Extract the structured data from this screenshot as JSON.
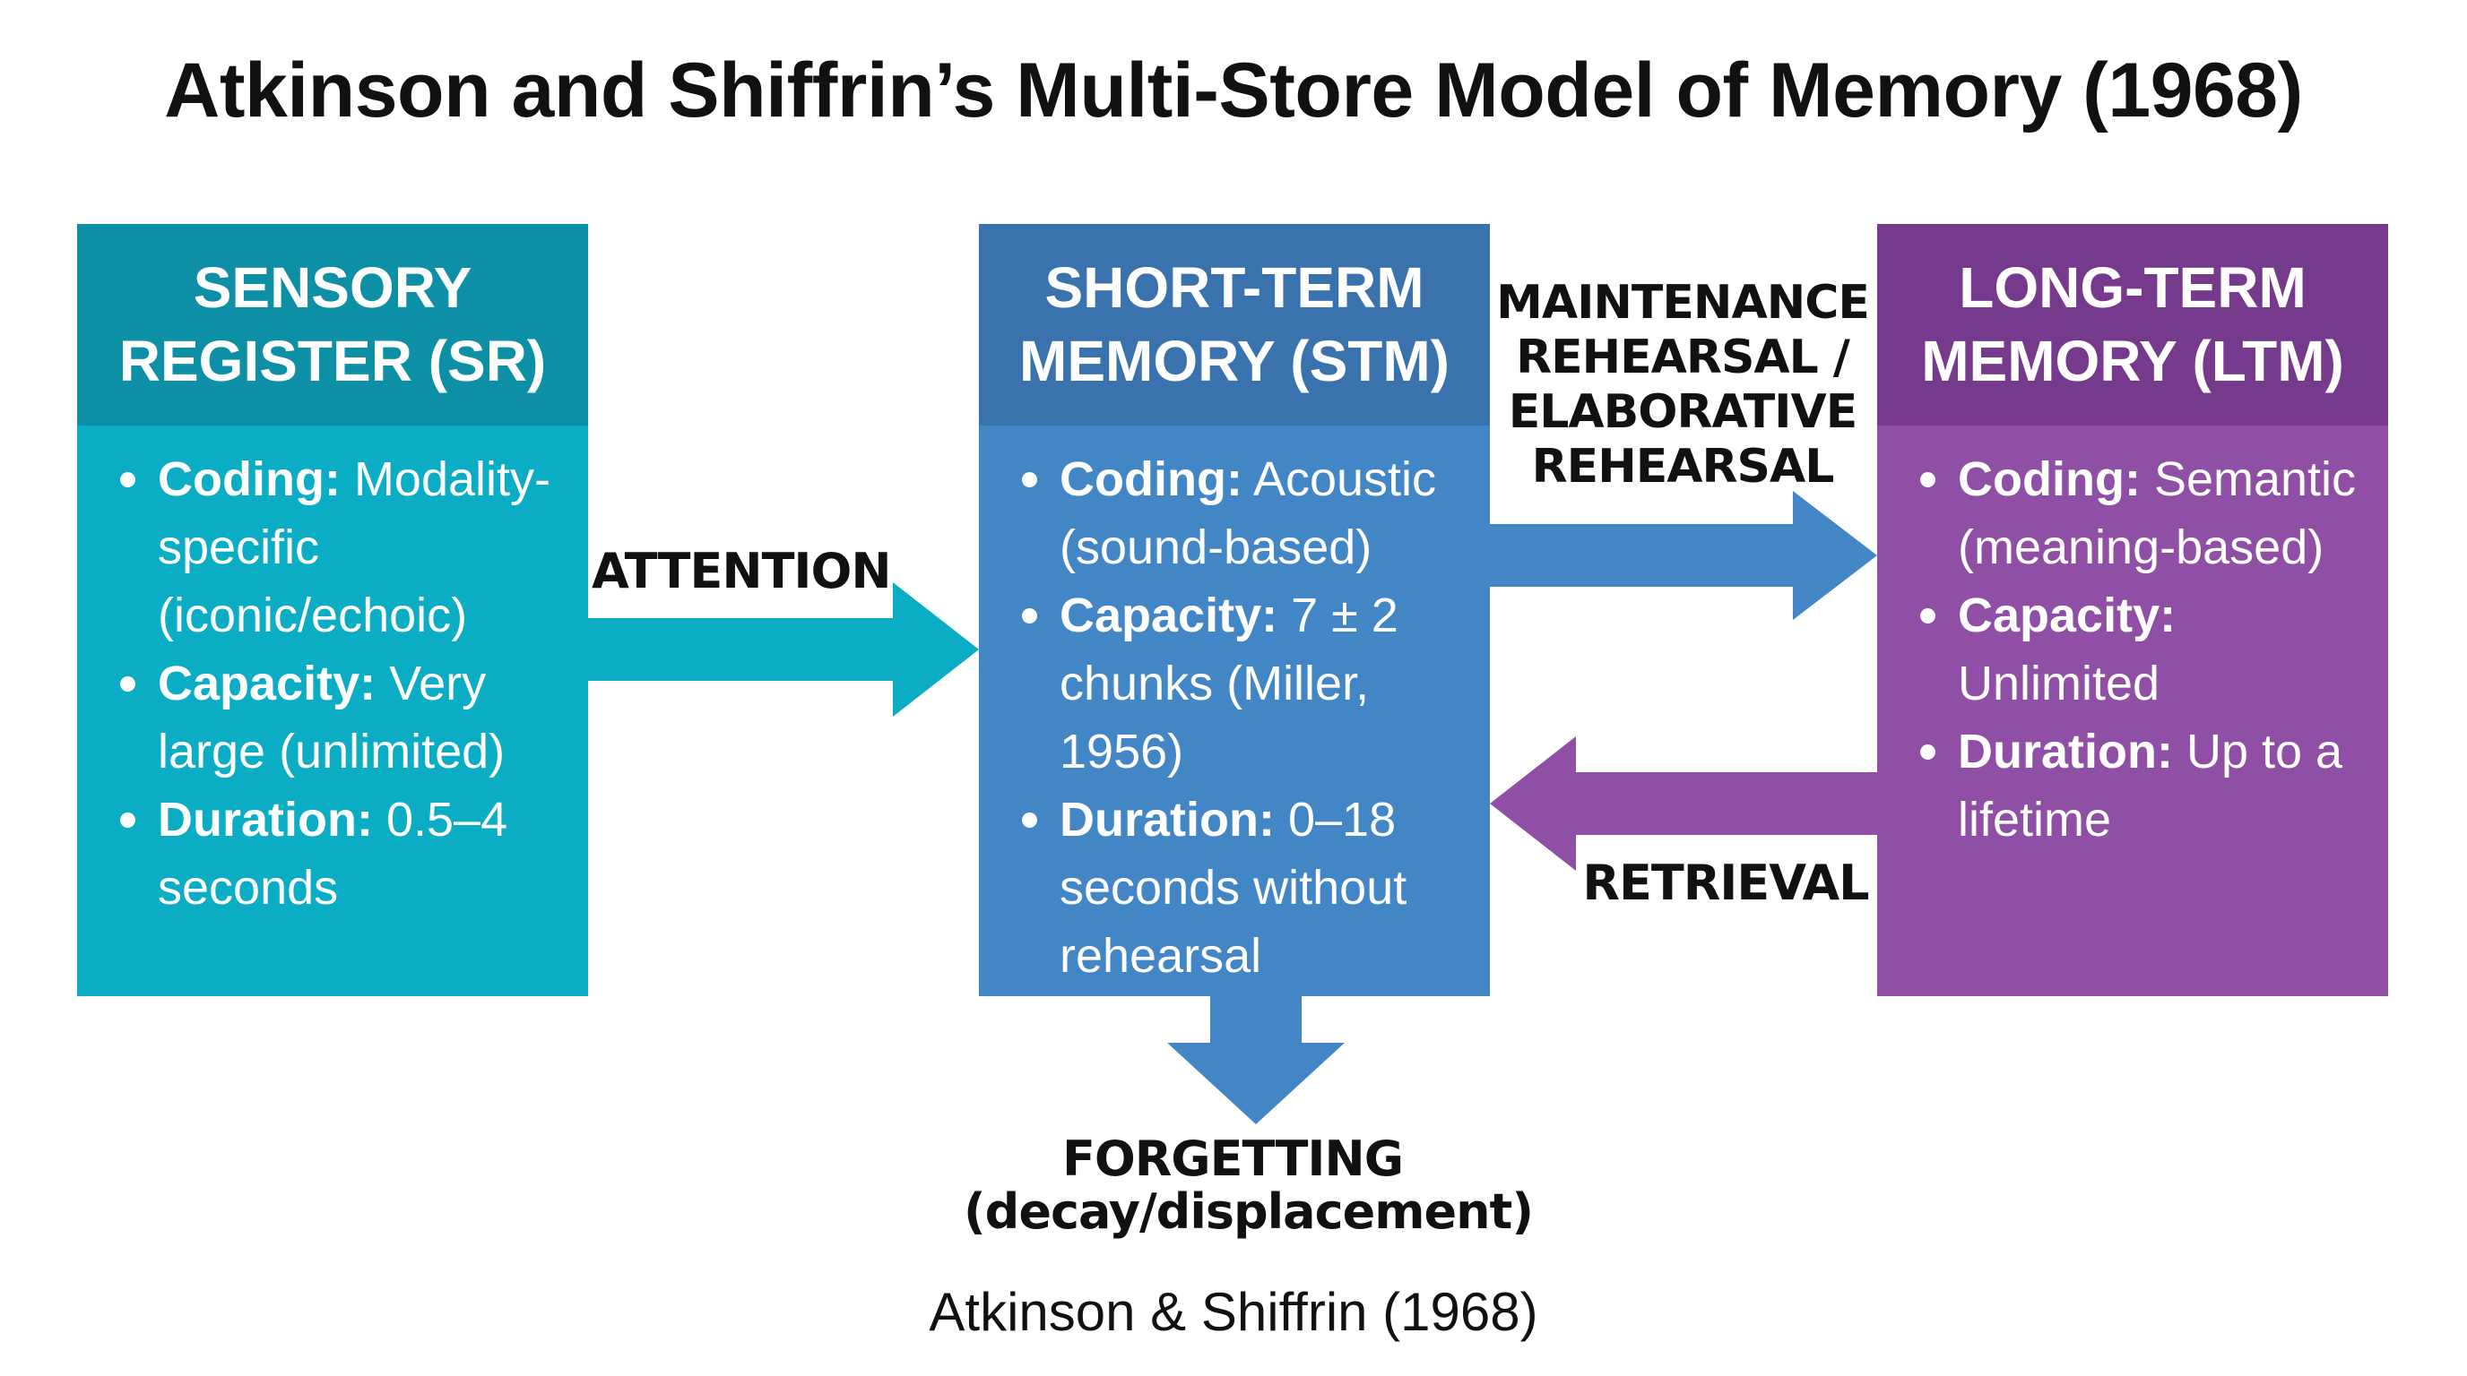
{
  "title": "Atkinson and Shiffrin’s Multi-Store Model of Memory (1968)",
  "stores": {
    "sensory": {
      "heading": "SENSORY REGISTER (SR)",
      "color": "#0aadc4",
      "header_color": "#0d8fa6",
      "items": [
        {
          "key": "Coding:",
          "value": "Modality-specific (iconic/echoic)"
        },
        {
          "key": "Capacity:",
          "value": "Very large (unlimited)"
        },
        {
          "key": "Duration:",
          "value": "0.5–4 seconds"
        }
      ]
    },
    "short_term": {
      "heading": "SHORT-TERM MEMORY (STM)",
      "color": "#4386c6",
      "header_color": "#3a72ae",
      "items": [
        {
          "key": "Coding:",
          "value": "Acoustic (sound-based)"
        },
        {
          "key": "Capacity:",
          "value": "7 ± 2 chunks (Miller, 1956)"
        },
        {
          "key": "Duration:",
          "value": "0–18 seconds without rehearsal"
        }
      ]
    },
    "long_term": {
      "heading": "LONG-TERM MEMORY (LTM)",
      "color": "#8e4fa5",
      "header_color": "#753a8c",
      "items": [
        {
          "key": "Coding:",
          "value": "Semantic (meaning-based)"
        },
        {
          "key": "Capacity:",
          "value": "Unlimited"
        },
        {
          "key": "Duration:",
          "value": "Up to a lifetime"
        }
      ]
    }
  },
  "flows": {
    "attention": "ATTENTION",
    "rehearsal": "MAINTENANCE REHEARSAL / ELABORATIVE REHEARSAL",
    "retrieval": "RETRIEVAL",
    "forgetting": "FORGETTING (decay/displacement)"
  },
  "citation": "Atkinson & Shiffrin (1968)"
}
